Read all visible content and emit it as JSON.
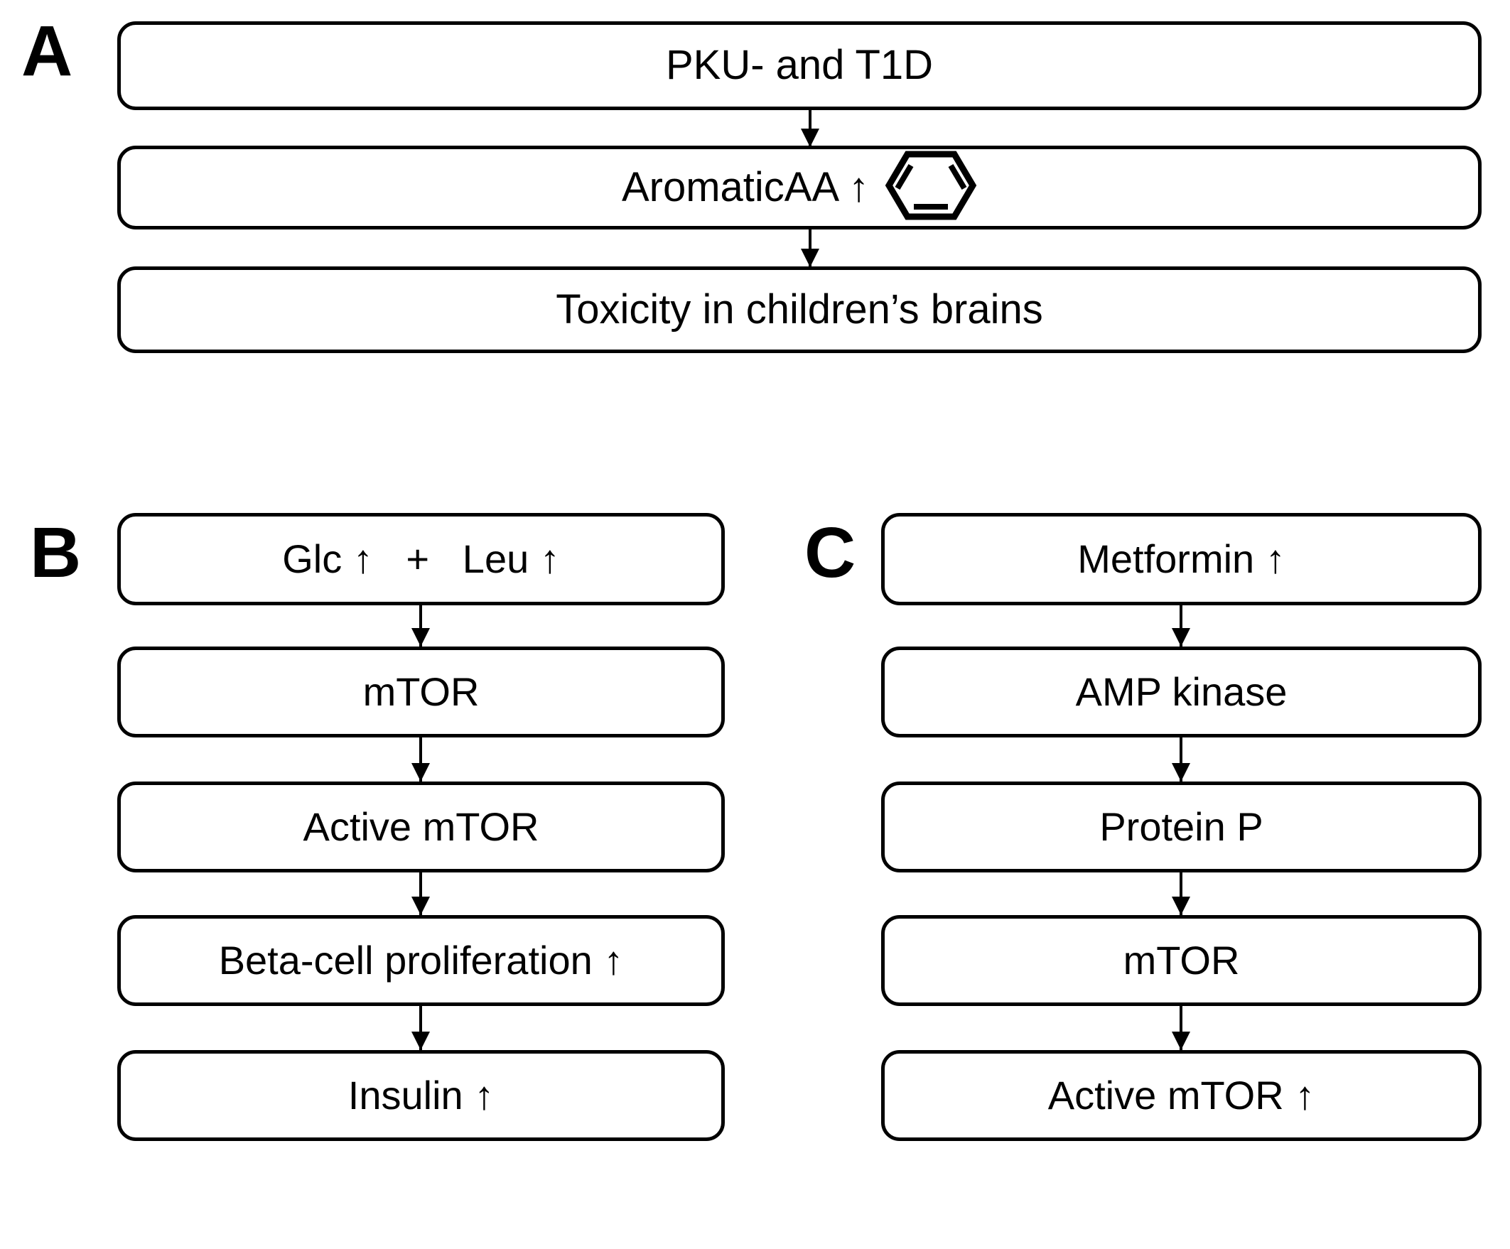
{
  "figure": {
    "panels": [
      {
        "id": "A",
        "letter": "A",
        "nodes": [
          {
            "name": "pku-t1d",
            "text": "PKU- and T1D"
          },
          {
            "name": "aromatic-aa",
            "text": "AromaticAA ↑",
            "icon": "benzene-ring-icon"
          },
          {
            "name": "toxicity",
            "text": "Toxicity in children’s brains"
          }
        ],
        "edges": [
          "pku-t1d → aromatic-aa",
          "aromatic-aa → toxicity"
        ]
      },
      {
        "id": "B",
        "letter": "B",
        "nodes": [
          {
            "name": "glc-leu",
            "text": "Glc ↑   +   Leu ↑"
          },
          {
            "name": "mtor",
            "text": "mTOR"
          },
          {
            "name": "active-mtor",
            "text": "Active mTOR"
          },
          {
            "name": "beta-cell-proliferation",
            "text": "Beta-cell proliferation ↑"
          },
          {
            "name": "insulin",
            "text": "Insulin ↑"
          }
        ],
        "edges": [
          "glc-leu → mtor",
          "mtor → active-mtor",
          "active-mtor → beta-cell-proliferation",
          "beta-cell-proliferation → insulin"
        ]
      },
      {
        "id": "C",
        "letter": "C",
        "nodes": [
          {
            "name": "metformin",
            "text": "Metformin ↑"
          },
          {
            "name": "amp-kinase",
            "text": "AMP kinase"
          },
          {
            "name": "protein-p",
            "text": "Protein P"
          },
          {
            "name": "mtor",
            "text": "mTOR"
          },
          {
            "name": "active-mtor-up",
            "text": "Active mTOR ↑"
          }
        ],
        "edges": [
          "metformin → amp-kinase",
          "amp-kinase → protein-p",
          "protein-p → mtor",
          "mtor → active-mtor-up"
        ]
      }
    ],
    "colors": {
      "stroke": "#000000",
      "background": "#ffffff",
      "text": "#000000"
    }
  }
}
